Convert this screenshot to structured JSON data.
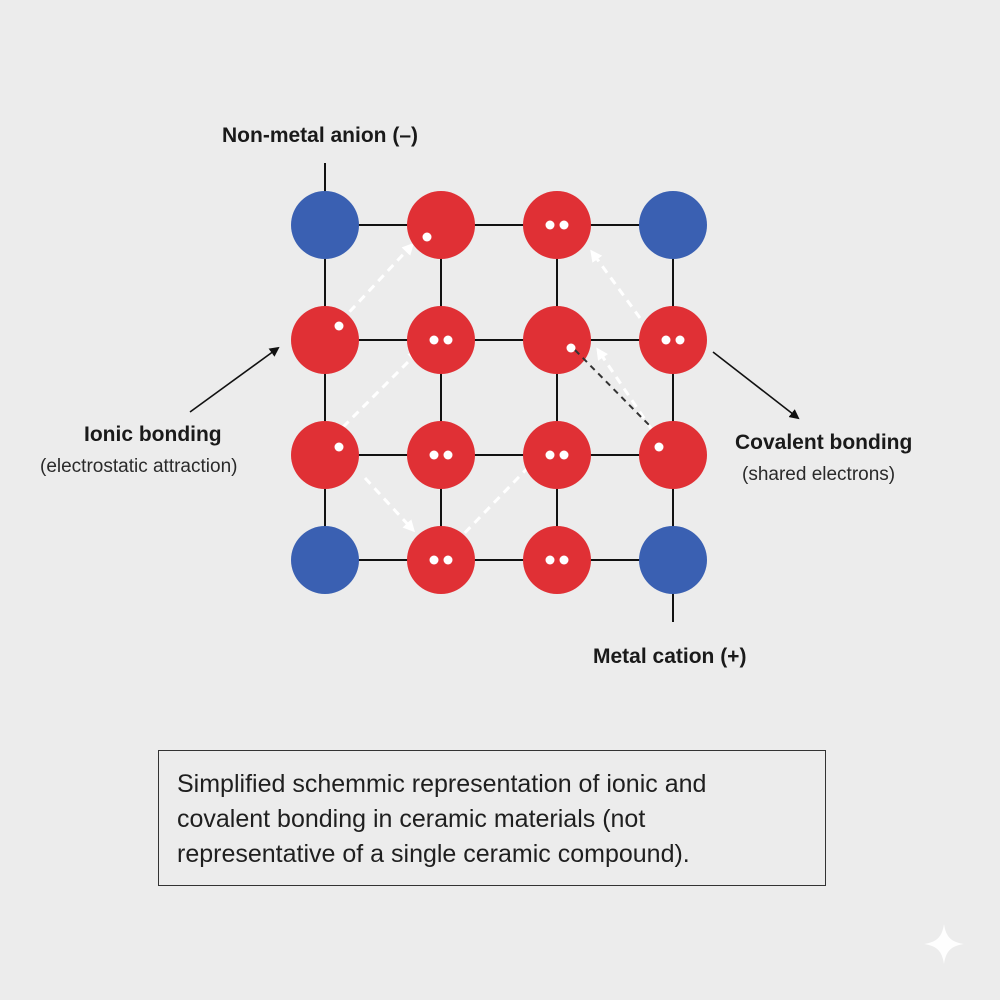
{
  "labels": {
    "anion": "Non-metal anion (–)",
    "cation": "Metal cation (+)",
    "ionic_title": "Ionic bonding",
    "ionic_sub": "(electrostatic attraction)",
    "covalent_title": "Covalent bonding",
    "covalent_sub": "(shared electrons)"
  },
  "caption": {
    "line1": "Simplified schemmic representation of ionic and",
    "line2": "covalent bonding in ceramic materials (not",
    "line3": " representative of a single ceramic compound)."
  },
  "colors": {
    "anion_fill": "#3a60b2",
    "cation_fill": "#e03035",
    "bond_line": "#111111",
    "electron": "#ffffff",
    "background": "#ececec"
  },
  "lattice": {
    "rows": [
      [
        {
          "type": "blue",
          "dots": 0
        },
        {
          "type": "red",
          "dots": 1
        },
        {
          "type": "red",
          "dots": 2
        },
        {
          "type": "blue",
          "dots": 0
        }
      ],
      [
        {
          "type": "red",
          "dots": 1
        },
        {
          "type": "red",
          "dots": 2
        },
        {
          "type": "red",
          "dots": 1
        },
        {
          "type": "red",
          "dots": 2
        }
      ],
      [
        {
          "type": "red",
          "dots": 1
        },
        {
          "type": "red",
          "dots": 2
        },
        {
          "type": "red",
          "dots": 2
        },
        {
          "type": "red",
          "dots": 1
        }
      ],
      [
        {
          "type": "blue",
          "dots": 0
        },
        {
          "type": "red",
          "dots": 2
        },
        {
          "type": "red",
          "dots": 2
        },
        {
          "type": "blue",
          "dots": 0
        }
      ]
    ]
  },
  "icons": [
    "sparkle-icon"
  ]
}
